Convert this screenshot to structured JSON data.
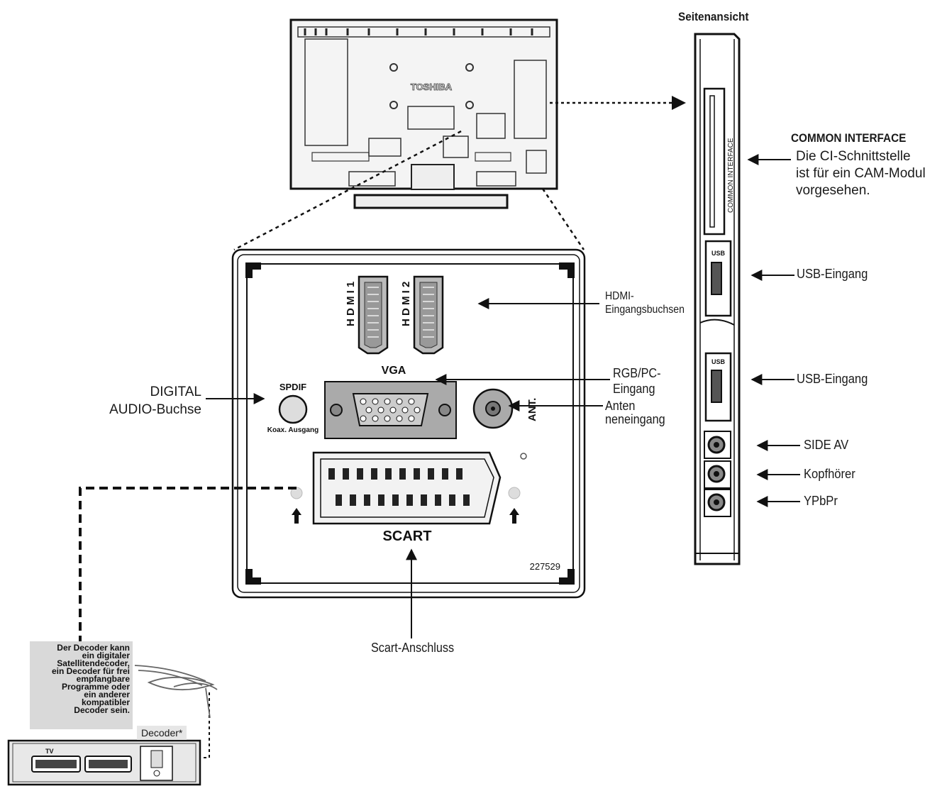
{
  "brand": "TOSHIBA",
  "model_code": "227529",
  "side_view": {
    "title": "Seitenansicht",
    "ci_slot_text": "COMMON INTERFACE",
    "usb_port_text": "USB"
  },
  "panel": {
    "hdmi1": "H D M I 1",
    "hdmi2": "H D M I 2",
    "vga": "VGA",
    "spdif": "SPDIF",
    "spdif_sub": "Koax. Ausgang",
    "ant": "ANT.",
    "scart": "SCART"
  },
  "labels": {
    "common_interface_title": "COMMON INTERFACE",
    "common_interface_desc": [
      "Die CI-Schnittstelle",
      "ist für ein CAM-Modul",
      "vorgesehen."
    ],
    "usb1": "USB-Eingang",
    "usb2": "USB-Eingang",
    "side_av": "SIDE AV",
    "headphones": "Kopfhörer",
    "ypbpr": "YPbPr",
    "hdmi": [
      "HDMI-",
      "Eingangsbuchsen"
    ],
    "rgb_pc": [
      "RGB/PC-",
      "Eingang"
    ],
    "antenna": [
      "Anten",
      "neneingang"
    ],
    "digital_audio": [
      "DIGITAL",
      "AUDIO-Buchse"
    ],
    "scart_connector": "Scart-Anschluss"
  },
  "decoder": {
    "note": [
      "Der Decoder kann",
      "ein digitaler",
      "Satellitendecoder,",
      "ein Decoder für frei",
      "empfangbare",
      "Programme oder",
      "ein anderer",
      "kompatibler",
      "Decoder sein."
    ],
    "label": "Decoder*",
    "tv_label": "TV"
  }
}
